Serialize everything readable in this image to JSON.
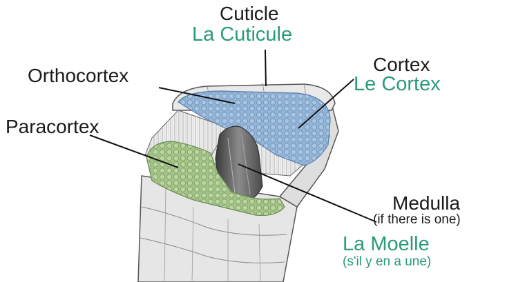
{
  "labels": {
    "cuticle": {
      "en": "Cuticle",
      "fr": "La Cuticule"
    },
    "orthocortex": {
      "en": "Orthocortex"
    },
    "cortex": {
      "en": "Cortex",
      "fr": "Le Cortex"
    },
    "paracortex": {
      "en": "Paracortex"
    },
    "medulla": {
      "en": "Medulla",
      "en_note": "(if there is one)",
      "fr": "La Moelle",
      "fr_note": "(s'il y en a une)"
    }
  },
  "colors": {
    "english_text": "#1a1a1a",
    "french_text": "#2a9a7c",
    "orthocortex_fill": "#8fb3d6",
    "paracortex_fill": "#a9c98e",
    "cuticle_outline": "#555555"
  }
}
